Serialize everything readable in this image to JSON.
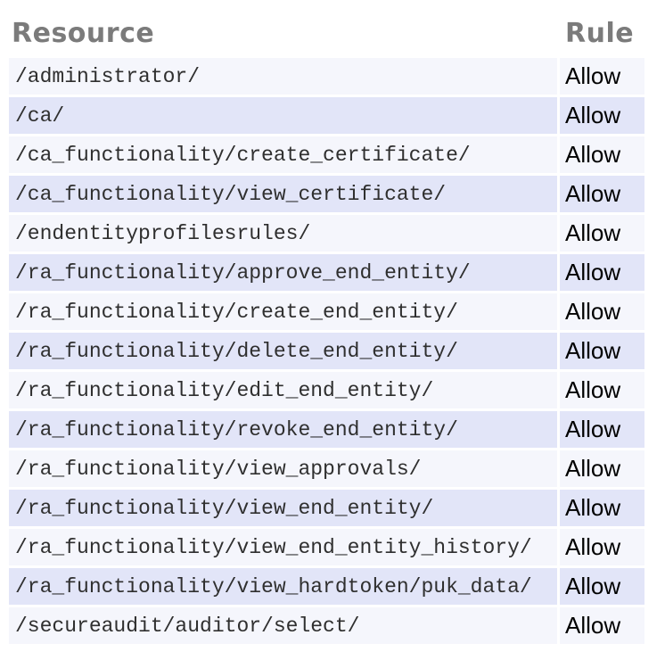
{
  "table": {
    "columns": [
      {
        "label": "Resource"
      },
      {
        "label": "Rule"
      }
    ],
    "rows": [
      {
        "resource": "/administrator/",
        "rule": "Allow"
      },
      {
        "resource": "/ca/",
        "rule": "Allow"
      },
      {
        "resource": "/ca_functionality/create_certificate/",
        "rule": "Allow"
      },
      {
        "resource": "/ca_functionality/view_certificate/",
        "rule": "Allow"
      },
      {
        "resource": "/endentityprofilesrules/",
        "rule": "Allow"
      },
      {
        "resource": "/ra_functionality/approve_end_entity/",
        "rule": "Allow"
      },
      {
        "resource": "/ra_functionality/create_end_entity/",
        "rule": "Allow"
      },
      {
        "resource": "/ra_functionality/delete_end_entity/",
        "rule": "Allow"
      },
      {
        "resource": "/ra_functionality/edit_end_entity/",
        "rule": "Allow"
      },
      {
        "resource": "/ra_functionality/revoke_end_entity/",
        "rule": "Allow"
      },
      {
        "resource": "/ra_functionality/view_approvals/",
        "rule": "Allow"
      },
      {
        "resource": "/ra_functionality/view_end_entity/",
        "rule": "Allow"
      },
      {
        "resource": "/ra_functionality/view_end_entity_history/",
        "rule": "Allow"
      },
      {
        "resource": "/ra_functionality/view_hardtoken/puk_data/",
        "rule": "Allow"
      },
      {
        "resource": "/secureaudit/auditor/select/",
        "rule": "Allow"
      }
    ]
  },
  "colors": {
    "row_light": "#f5f6fc",
    "row_dark": "#e2e5f8",
    "header_text": "#7b7b7b",
    "resource_text": "#2f2f2f",
    "rule_text": "#000000"
  }
}
